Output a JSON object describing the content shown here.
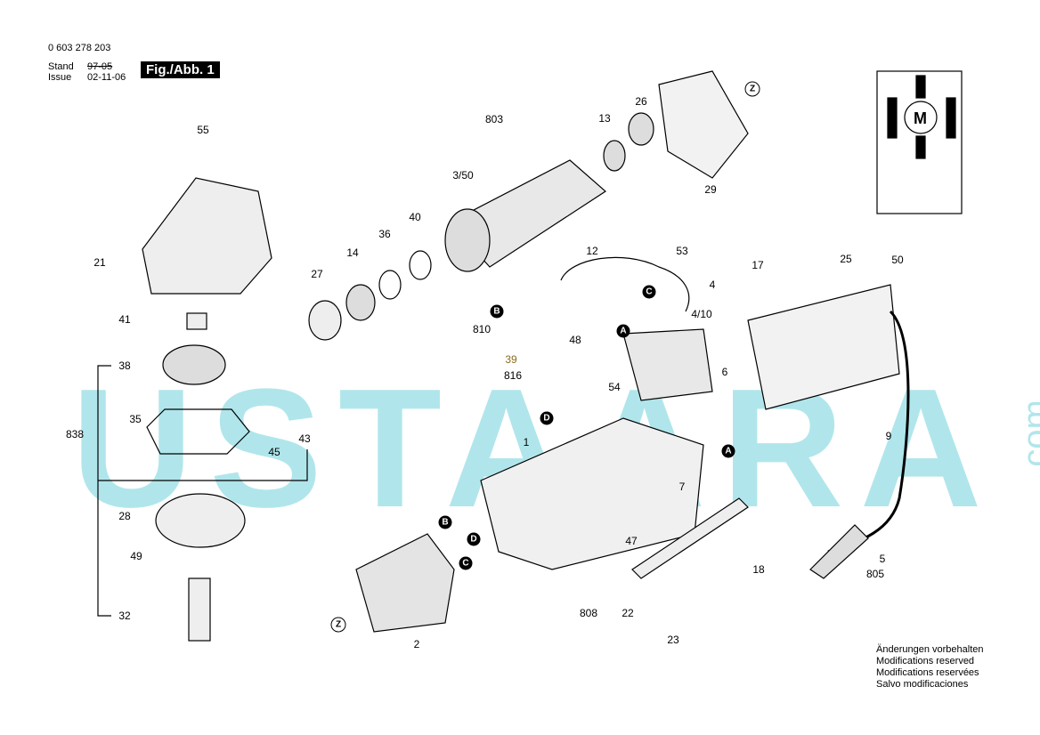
{
  "header": {
    "doc_number": "0 603 278 203",
    "stand_label": "Stand",
    "issue_label": "Issue",
    "stand_date": "97-05",
    "issue_date": "02-11-06",
    "figure": "Fig./Abb. 1"
  },
  "watermark": {
    "text": "USTAARA",
    ".com": ".com"
  },
  "labels": [
    "55",
    "21",
    "41",
    "38",
    "35",
    "838",
    "28",
    "49",
    "32",
    "27",
    "14",
    "36",
    "40",
    "3/50",
    "803",
    "13",
    "26",
    "29",
    "12",
    "53",
    "4",
    "4/10",
    "810",
    "48",
    "39",
    "816",
    "6",
    "54",
    "17",
    "25",
    "50",
    "9",
    "1",
    "45",
    "43",
    "2",
    "808",
    "22",
    "7",
    "47",
    "18",
    "23",
    "5",
    "805"
  ],
  "callouts": [
    "Z",
    "B",
    "A",
    "C",
    "D",
    "A",
    "B",
    "D",
    "C",
    "Z"
  ],
  "schematic": {
    "motor": "M"
  },
  "notes": [
    "Änderungen vorbehalten",
    "Modifications reserved",
    "Modifications reservées",
    "Salvo modificaciones"
  ]
}
